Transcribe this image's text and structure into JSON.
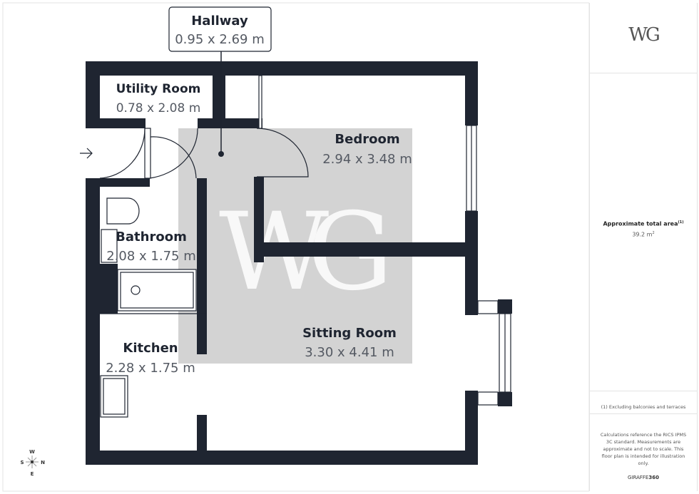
{
  "brand_logo": "WG",
  "rooms": {
    "hallway": {
      "name": "Hallway",
      "size": "0.95 x 2.69 m"
    },
    "utility": {
      "name": "Utility Room",
      "size": "0.78 x 2.08 m"
    },
    "bedroom": {
      "name": "Bedroom",
      "size": "2.94 x 3.48 m"
    },
    "bathroom": {
      "name": "Bathroom",
      "size": "2.08 x 1.75 m"
    },
    "kitchen": {
      "name": "Kitchen",
      "size": "2.28 x 1.75 m"
    },
    "sitting": {
      "name": "Sitting Room",
      "size": "3.30 x 4.41 m"
    }
  },
  "compass": {
    "top": "W",
    "left": "S",
    "right": "N",
    "bottom": "E"
  },
  "panel": {
    "area_label": "Approximate total area",
    "area_footnote_mark": "(1)",
    "area_value": "39.2 m",
    "area_unit_sup": "2",
    "footnote": "(1) Excluding balconies and terraces",
    "disclaimer": "Calculations reference the RICS IPMS 3C standard. Measurements are approximate and not to scale. This floor plan is intended for illustration only.",
    "brand_a": "GIRAFFE",
    "brand_b": "360"
  },
  "colors": {
    "wall": "#1f2531",
    "highlight": "#d3d3d3",
    "text": "#1f2531",
    "subtext": "#555a63"
  }
}
